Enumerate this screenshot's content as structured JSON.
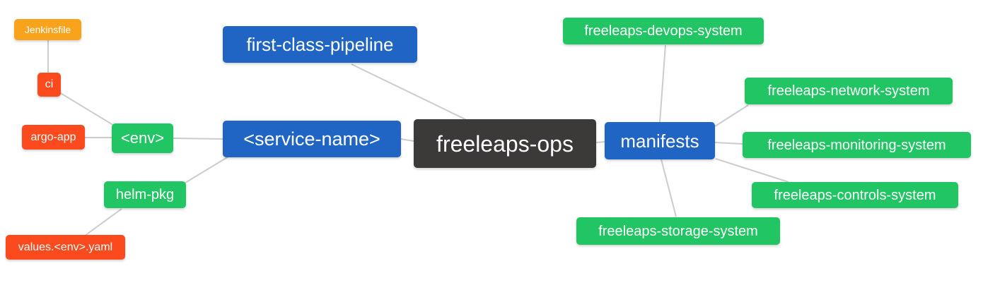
{
  "diagram": {
    "type": "mindmap",
    "colors": {
      "blue": "#2065c4",
      "green": "#21c563",
      "red": "#fa4a1e",
      "amber": "#f9a21c",
      "dark": "#3b3a39",
      "edge": "#cccccc"
    },
    "nodes": {
      "jenkinsfile": {
        "label": "Jenkinsfile",
        "color": "amber"
      },
      "ci": {
        "label": "ci",
        "color": "red"
      },
      "argo_app": {
        "label": "argo-app",
        "color": "red"
      },
      "env": {
        "label": "<env>",
        "color": "green"
      },
      "helm_pkg": {
        "label": "helm-pkg",
        "color": "green"
      },
      "values_env_yaml": {
        "label": "values.<env>.yaml",
        "color": "red"
      },
      "first_class_pipeline": {
        "label": "first-class-pipeline",
        "color": "blue"
      },
      "service_name": {
        "label": "<service-name>",
        "color": "blue"
      },
      "freeleaps_ops": {
        "label": "freeleaps-ops",
        "color": "dark"
      },
      "manifests": {
        "label": "manifests",
        "color": "blue"
      },
      "devops_system": {
        "label": "freeleaps-devops-system",
        "color": "green"
      },
      "network_system": {
        "label": "freeleaps-network-system",
        "color": "green"
      },
      "monitoring_system": {
        "label": "freeleaps-monitoring-system",
        "color": "green"
      },
      "controls_system": {
        "label": "freeleaps-controls-system",
        "color": "green"
      },
      "storage_system": {
        "label": "freeleaps-storage-system",
        "color": "green"
      }
    },
    "edges": [
      {
        "from": "jenkinsfile",
        "to": "ci"
      },
      {
        "from": "ci",
        "to": "env"
      },
      {
        "from": "argo_app",
        "to": "env"
      },
      {
        "from": "env",
        "to": "service_name"
      },
      {
        "from": "helm_pkg",
        "to": "service_name"
      },
      {
        "from": "values_env_yaml",
        "to": "helm_pkg"
      },
      {
        "from": "first_class_pipeline",
        "to": "freeleaps_ops"
      },
      {
        "from": "service_name",
        "to": "freeleaps_ops"
      },
      {
        "from": "freeleaps_ops",
        "to": "manifests"
      },
      {
        "from": "manifests",
        "to": "devops_system"
      },
      {
        "from": "manifests",
        "to": "network_system"
      },
      {
        "from": "manifests",
        "to": "monitoring_system"
      },
      {
        "from": "manifests",
        "to": "controls_system"
      },
      {
        "from": "manifests",
        "to": "storage_system"
      }
    ]
  }
}
